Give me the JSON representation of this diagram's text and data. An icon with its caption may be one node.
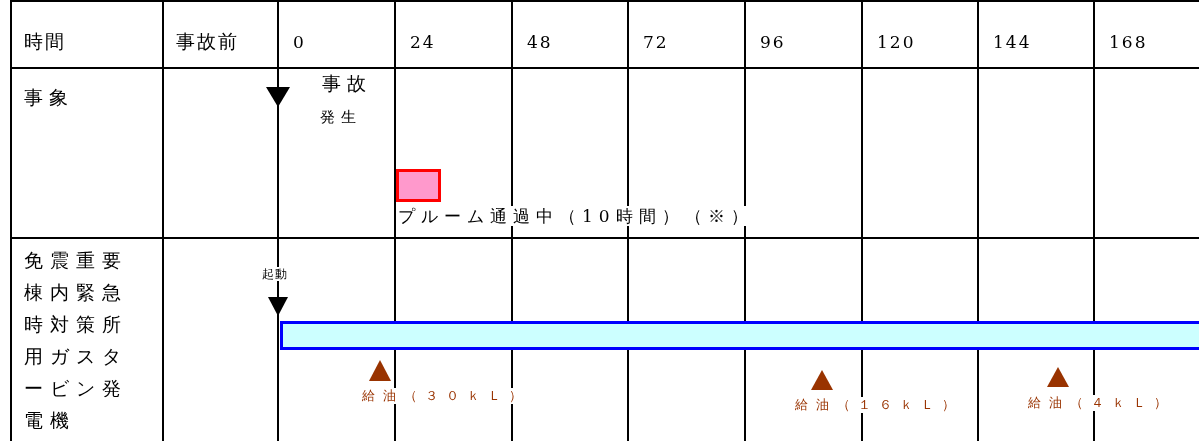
{
  "diagram": {
    "nodes": [
      {
        "text": [
          "プルーム通過中（10時間）（※）"
        ]
      },
      {
        "text": [],
        "shape": "bar"
      }
    ],
    "labels": [
      "時間",
      "事故前",
      "0",
      "24",
      "48",
      "72",
      "96",
      "120",
      "144",
      "168",
      "事象",
      "事故",
      "発生",
      "免震重要棟内緊急時対策所用ガスタービン発電機",
      "起動",
      "給油（３０ｋＬ）",
      "給油（１６ｋＬ）",
      "給油（４ｋＬ）"
    ]
  }
}
